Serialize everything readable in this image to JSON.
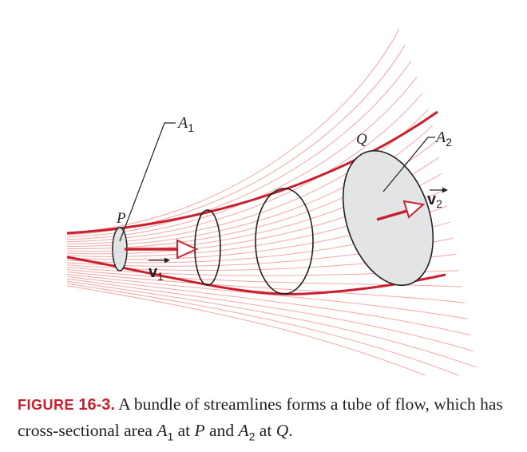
{
  "figure": {
    "labels": {
      "a1_main": "A",
      "a1_sub": "1",
      "a2_main": "A",
      "a2_sub": "2",
      "p": "P",
      "q": "Q",
      "v1_main": "v",
      "v1_sub": "1",
      "v2_main": "v",
      "v2_sub": "2"
    },
    "colors": {
      "streamline": "#f0a8a4",
      "tube": "#c8202f",
      "section_fill": "#e3e4e6",
      "outline": "#231f20"
    }
  },
  "caption": {
    "label": "FIGURE",
    "number": "16-3.",
    "text_1": " A bundle of streamlines forms a tube of flow, which has cross-sectional area ",
    "a1": "A",
    "a1_sub": "1",
    "text_2": " at ",
    "p": "P",
    "text_3": " and ",
    "a2": "A",
    "a2_sub": "2",
    "text_4": " at ",
    "q": "Q",
    "text_5": "."
  }
}
